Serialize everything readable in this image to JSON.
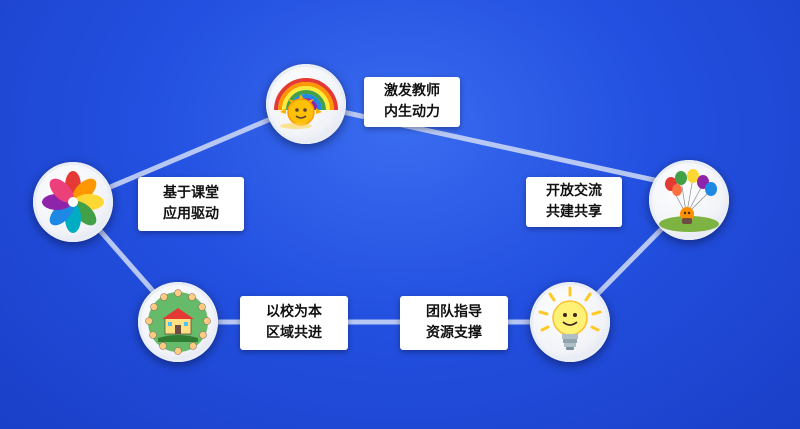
{
  "colors": {
    "background": "#2350e0",
    "connector": "#c8d4f5",
    "label_bg": "#ffffff",
    "label_text": "#111111"
  },
  "nodes": [
    {
      "id": "top",
      "icon": "rainbow-sun-icon",
      "label": [
        "激发教师",
        "内生动力"
      ]
    },
    {
      "id": "right",
      "icon": "balloons-icon",
      "label": [
        "开放交流",
        "共建共享"
      ]
    },
    {
      "id": "bottom-right",
      "icon": "lightbulb-icon",
      "label": [
        "团队指导",
        "资源支撑"
      ]
    },
    {
      "id": "bottom-left",
      "icon": "campus-circle-icon",
      "label": [
        "以校为本",
        "区域共进"
      ]
    },
    {
      "id": "left",
      "icon": "pinwheel-flower-icon",
      "label": [
        "基于课堂",
        "应用驱动"
      ]
    }
  ]
}
